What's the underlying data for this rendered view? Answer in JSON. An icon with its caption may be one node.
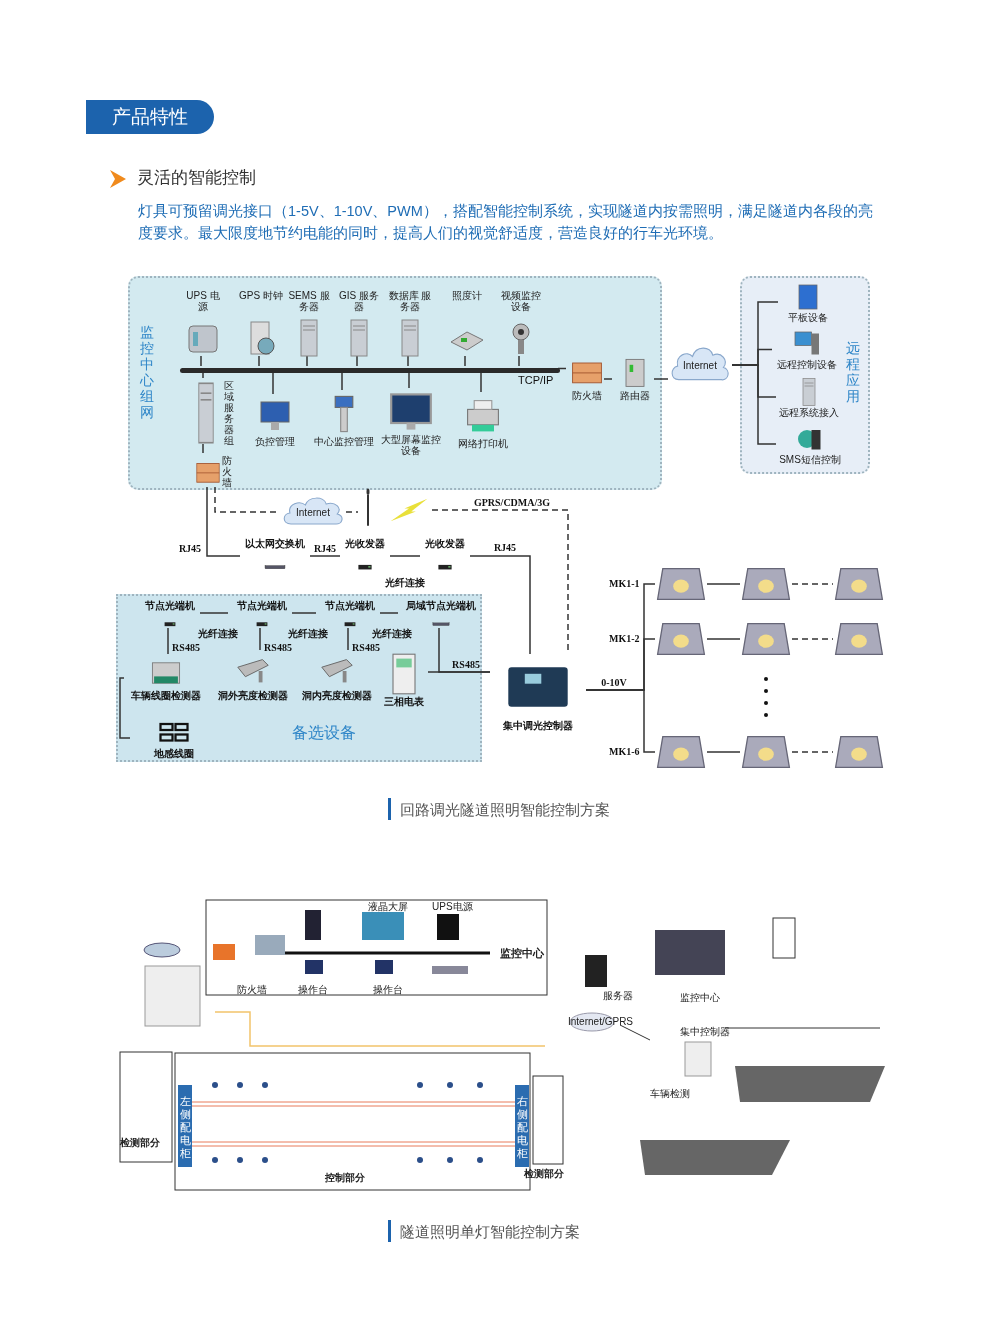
{
  "diagram": {
    "title": "产品特性",
    "nodes": [
      {
        "text": [
          "监控中心组网"
        ]
      },
      {
        "text": [
          "UPS 电源"
        ],
        "in": 0
      },
      {
        "text": [
          "GPS 时钟"
        ],
        "in": 0
      },
      {
        "text": [
          "SEMS 服务器"
        ],
        "in": 0
      },
      {
        "text": [
          "GIS 服务器"
        ],
        "in": 0
      },
      {
        "text": [
          "数据库 服务器"
        ],
        "in": 0
      },
      {
        "text": [
          "照度计"
        ],
        "in": 0
      },
      {
        "text": [
          "视频监控设备"
        ],
        "in": 0
      },
      {
        "text": [
          "区域服务器组"
        ],
        "in": 0
      },
      {
        "text": [
          "负控管理"
        ],
        "in": 0
      },
      {
        "text": [
          "中心监控管理"
        ],
        "in": 0
      },
      {
        "text": [
          "大型屏幕监控设备"
        ],
        "in": 0
      },
      {
        "text": [
          "网络打印机"
        ],
        "in": 0
      },
      {
        "text": [
          "防火墙"
        ],
        "in": 0
      },
      {
        "text": [
          "路由器"
        ],
        "in": 0
      },
      {
        "text": [
          "防火墙"
        ],
        "in": 0
      },
      {
        "text": [],
        "shape": "bar",
        "in": 0,
        "beside": [
          "TCP/IP"
        ]
      },
      {
        "text": [
          "Internet"
        ]
      },
      {
        "text": [
          "远程应用"
        ]
      },
      {
        "text": [
          "平板设备"
        ],
        "in": 18
      },
      {
        "text": [
          "远程控制设备"
        ],
        "in": 18
      },
      {
        "text": [
          "远程系统接入"
        ],
        "in": 18
      },
      {
        "text": [
          "SMS短信控制"
        ],
        "in": 18
      },
      {
        "text": [
          "Internet"
        ]
      },
      {
        "text": [],
        "shape": "picture"
      },
      {
        "text": [],
        "shape": "picture"
      },
      {
        "text": [
          "以太网交换机"
        ]
      },
      {
        "text": [
          "光收发器"
        ]
      },
      {
        "text": [
          "光收发器"
        ]
      },
      {
        "text": [
          "备选设备"
        ]
      },
      {
        "text": [
          "节点光端机"
        ],
        "in": 29
      },
      {
        "text": [
          "节点光端机"
        ],
        "in": 29
      },
      {
        "text": [
          "节点光端机"
        ],
        "in": 29
      },
      {
        "text": [
          "局域节点光端机"
        ],
        "in": 29
      },
      {
        "text": [
          "车辆线圈检测器"
        ],
        "in": 29
      },
      {
        "text": [
          "洞外亮度检测器"
        ],
        "in": 29
      },
      {
        "text": [
          "洞内亮度检测器"
        ],
        "in": 29
      },
      {
        "text": [
          "三相电表"
        ],
        "in": 29
      },
      {
        "text": [
          "地感线圈"
        ],
        "in": 29
      },
      {
        "text": [
          "集中调光控制器"
        ]
      },
      {
        "text": [],
        "shape": "picture",
        "beside": [
          "MK1-1"
        ]
      },
      {
        "text": [],
        "shape": "picture"
      },
      {
        "text": [],
        "shape": "picture"
      },
      {
        "text": [],
        "shape": "picture",
        "beside": [
          "MK1-2"
        ]
      },
      {
        "text": [],
        "shape": "picture"
      },
      {
        "text": [],
        "shape": "picture"
      },
      {
        "text": [],
        "shape": "picture",
        "beside": [
          "MK1-6"
        ]
      },
      {
        "text": [],
        "shape": "picture"
      },
      {
        "text": [],
        "shape": "picture"
      }
    ],
    "edges": [
      {
        "from": 1,
        "to": 16,
        "arrow": "none"
      },
      {
        "from": 2,
        "to": 16,
        "arrow": "none"
      },
      {
        "from": 3,
        "to": 16,
        "arrow": "none"
      },
      {
        "from": 4,
        "to": 16,
        "arrow": "none"
      },
      {
        "from": 5,
        "to": 16,
        "arrow": "none"
      },
      {
        "from": 6,
        "to": 16,
        "arrow": "none"
      },
      {
        "from": 7,
        "to": 16,
        "arrow": "none"
      },
      {
        "from": 16,
        "to": 8,
        "arrow": "none"
      },
      {
        "from": 16,
        "to": 9,
        "arrow": "none"
      },
      {
        "from": 16,
        "to": 10,
        "arrow": "none"
      },
      {
        "from": 16,
        "to": 11,
        "arrow": "none"
      },
      {
        "from": 16,
        "to": 12,
        "arrow": "none"
      },
      {
        "from": 16,
        "to": 13,
        "arrow": "none"
      },
      {
        "from": 13,
        "to": 14,
        "arrow": "none"
      },
      {
        "from": 14,
        "to": 17,
        "arrow": "none"
      },
      {
        "from": 17,
        "to": 19,
        "arrow": "none"
      },
      {
        "from": 17,
        "to": 20,
        "arrow": "none"
      },
      {
        "from": 17,
        "to": 21,
        "arrow": "none"
      },
      {
        "from": 17,
        "to": 22,
        "arrow": "none"
      },
      {
        "from": 8,
        "to": 15,
        "arrow": "none"
      },
      {
        "from": 15,
        "to": 26,
        "arrow": "none",
        "label": "RJ45"
      },
      {
        "from": 15,
        "to": 23,
        "arrow": "none",
        "style": "dashed"
      },
      {
        "from": 23,
        "to": 24,
        "arrow": "none",
        "style": "dashed"
      },
      {
        "from": 25,
        "to": 39,
        "arrow": "none",
        "style": "dashed",
        "label": "GPRS/CDMA/3G"
      },
      {
        "from": 26,
        "to": 27,
        "arrow": "none",
        "label": "RJ45"
      },
      {
        "from": 27,
        "to": 28,
        "arrow": "none",
        "label": "光纤连接"
      },
      {
        "from": 28,
        "to": 39,
        "arrow": "none",
        "label": "RJ45"
      },
      {
        "from": 30,
        "to": 31,
        "arrow": "none",
        "label": "光纤连接"
      },
      {
        "from": 31,
        "to": 32,
        "arrow": "none",
        "label": "光纤连接"
      },
      {
        "from": 32,
        "to": 33,
        "arrow": "none",
        "label": "光纤连接"
      },
      {
        "from": 30,
        "to": 34,
        "arrow": "none",
        "label": "RS485"
      },
      {
        "from": 31,
        "to": 35,
        "arrow": "none",
        "label": "RS485"
      },
      {
        "from": 32,
        "to": 36,
        "arrow": "none",
        "label": "RS485"
      },
      {
        "from": 33,
        "to": 39,
        "arrow": "none",
        "label": "RS485"
      },
      {
        "from": 37,
        "to": 39,
        "arrow": "none"
      },
      {
        "from": 34,
        "to": 38,
        "arrow": "none"
      },
      {
        "from": 39,
        "to": 40,
        "arrow": "none",
        "label": "0-10V"
      },
      {
        "from": 39,
        "to": 43,
        "arrow": "none"
      },
      {
        "from": 39,
        "to": 46,
        "arrow": "none"
      },
      {
        "from": 40,
        "to": 41,
        "arrow": "none"
      },
      {
        "from": 41,
        "to": 42,
        "arrow": "none",
        "style": "dashed"
      },
      {
        "from": 43,
        "to": 44,
        "arrow": "none"
      },
      {
        "from": 44,
        "to": 45,
        "arrow": "none",
        "style": "dashed"
      },
      {
        "from": 46,
        "to": 47,
        "arrow": "none"
      },
      {
        "from": 47,
        "to": 48,
        "arrow": "none",
        "style": "dashed"
      }
    ],
    "labels": [
      "灵活的智能控制",
      "灯具可预留调光接口（1-5V、1-10V、PWM），搭配智能控制系统，实现隧道内按需照明，满足隧道内各段的亮度要求。最大限度地节约电能的同时，提高人们的视觉舒适度，营造良好的行车光环境。",
      "回路调光隧道照明智能控制方案",
      "液晶大屏",
      "UPS电源",
      "防火墙",
      "操作台",
      "操作台",
      "监控中心",
      "左侧配电柜",
      "右侧配电柜",
      "检测部分",
      "控制部分",
      "检测部分",
      "服务器",
      "监控中心",
      "Internet/GPRS",
      "集中控制器",
      "车辆检测",
      "隧道照明单灯智能控制方案"
    ]
  }
}
